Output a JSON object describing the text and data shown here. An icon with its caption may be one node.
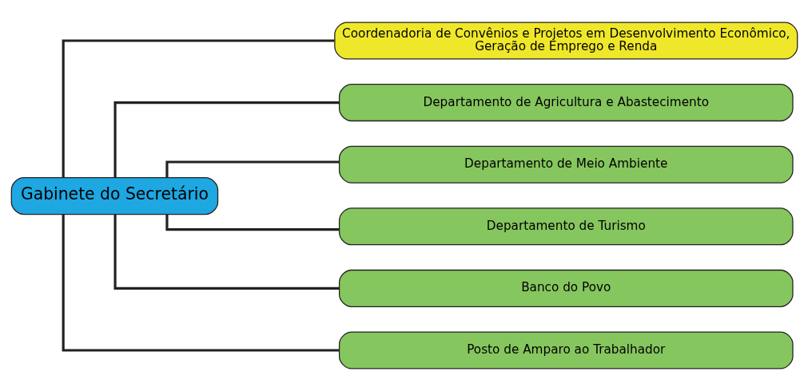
{
  "diagram": {
    "nodes": [
      {
        "text": [
          "Gabinete do Secretário"
        ]
      },
      {
        "text": [
          "Coordenadoria de Convênios e Projetos em Desenvolvimento Econômico, Geração de Emprego e Renda"
        ]
      },
      {
        "text": [
          "Departamento de Agricultura e Abastecimento"
        ]
      },
      {
        "text": [
          "Departamento de Meio Ambiente"
        ]
      },
      {
        "text": [
          "Departamento de Turismo"
        ]
      },
      {
        "text": [
          "Banco do Povo"
        ]
      },
      {
        "text": [
          "Posto de Amparo ao Trabalhador"
        ]
      }
    ],
    "edges": [
      {
        "from": 0,
        "to": 1,
        "arrow": "none"
      },
      {
        "from": 0,
        "to": 2,
        "arrow": "none"
      },
      {
        "from": 0,
        "to": 3,
        "arrow": "none"
      },
      {
        "from": 0,
        "to": 4,
        "arrow": "none"
      },
      {
        "from": 0,
        "to": 5,
        "arrow": "none"
      },
      {
        "from": 0,
        "to": 6,
        "arrow": "none"
      }
    ]
  }
}
